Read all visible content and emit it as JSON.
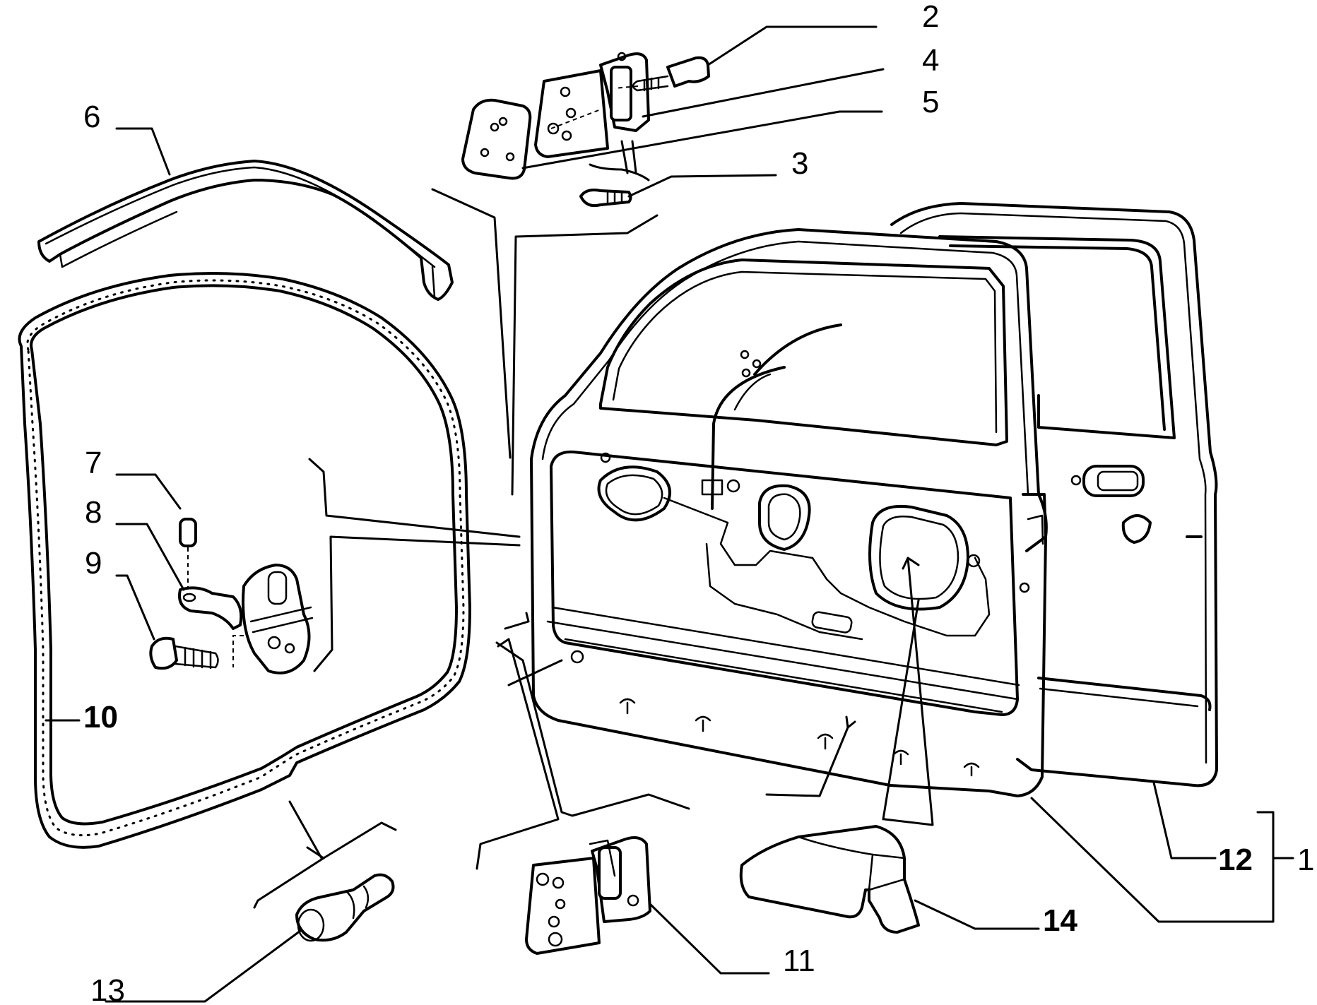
{
  "diagram": {
    "colors": {
      "line": "#000000",
      "background": "#ffffff"
    },
    "callouts": {
      "c1": "1",
      "c2": "2",
      "c3": "3",
      "c4": "4",
      "c5": "5",
      "c6": "6",
      "c7": "7",
      "c8": "8",
      "c9": "9",
      "c10": "10",
      "c11": "11",
      "c12": "12",
      "c13": "13",
      "c14": "14"
    }
  }
}
